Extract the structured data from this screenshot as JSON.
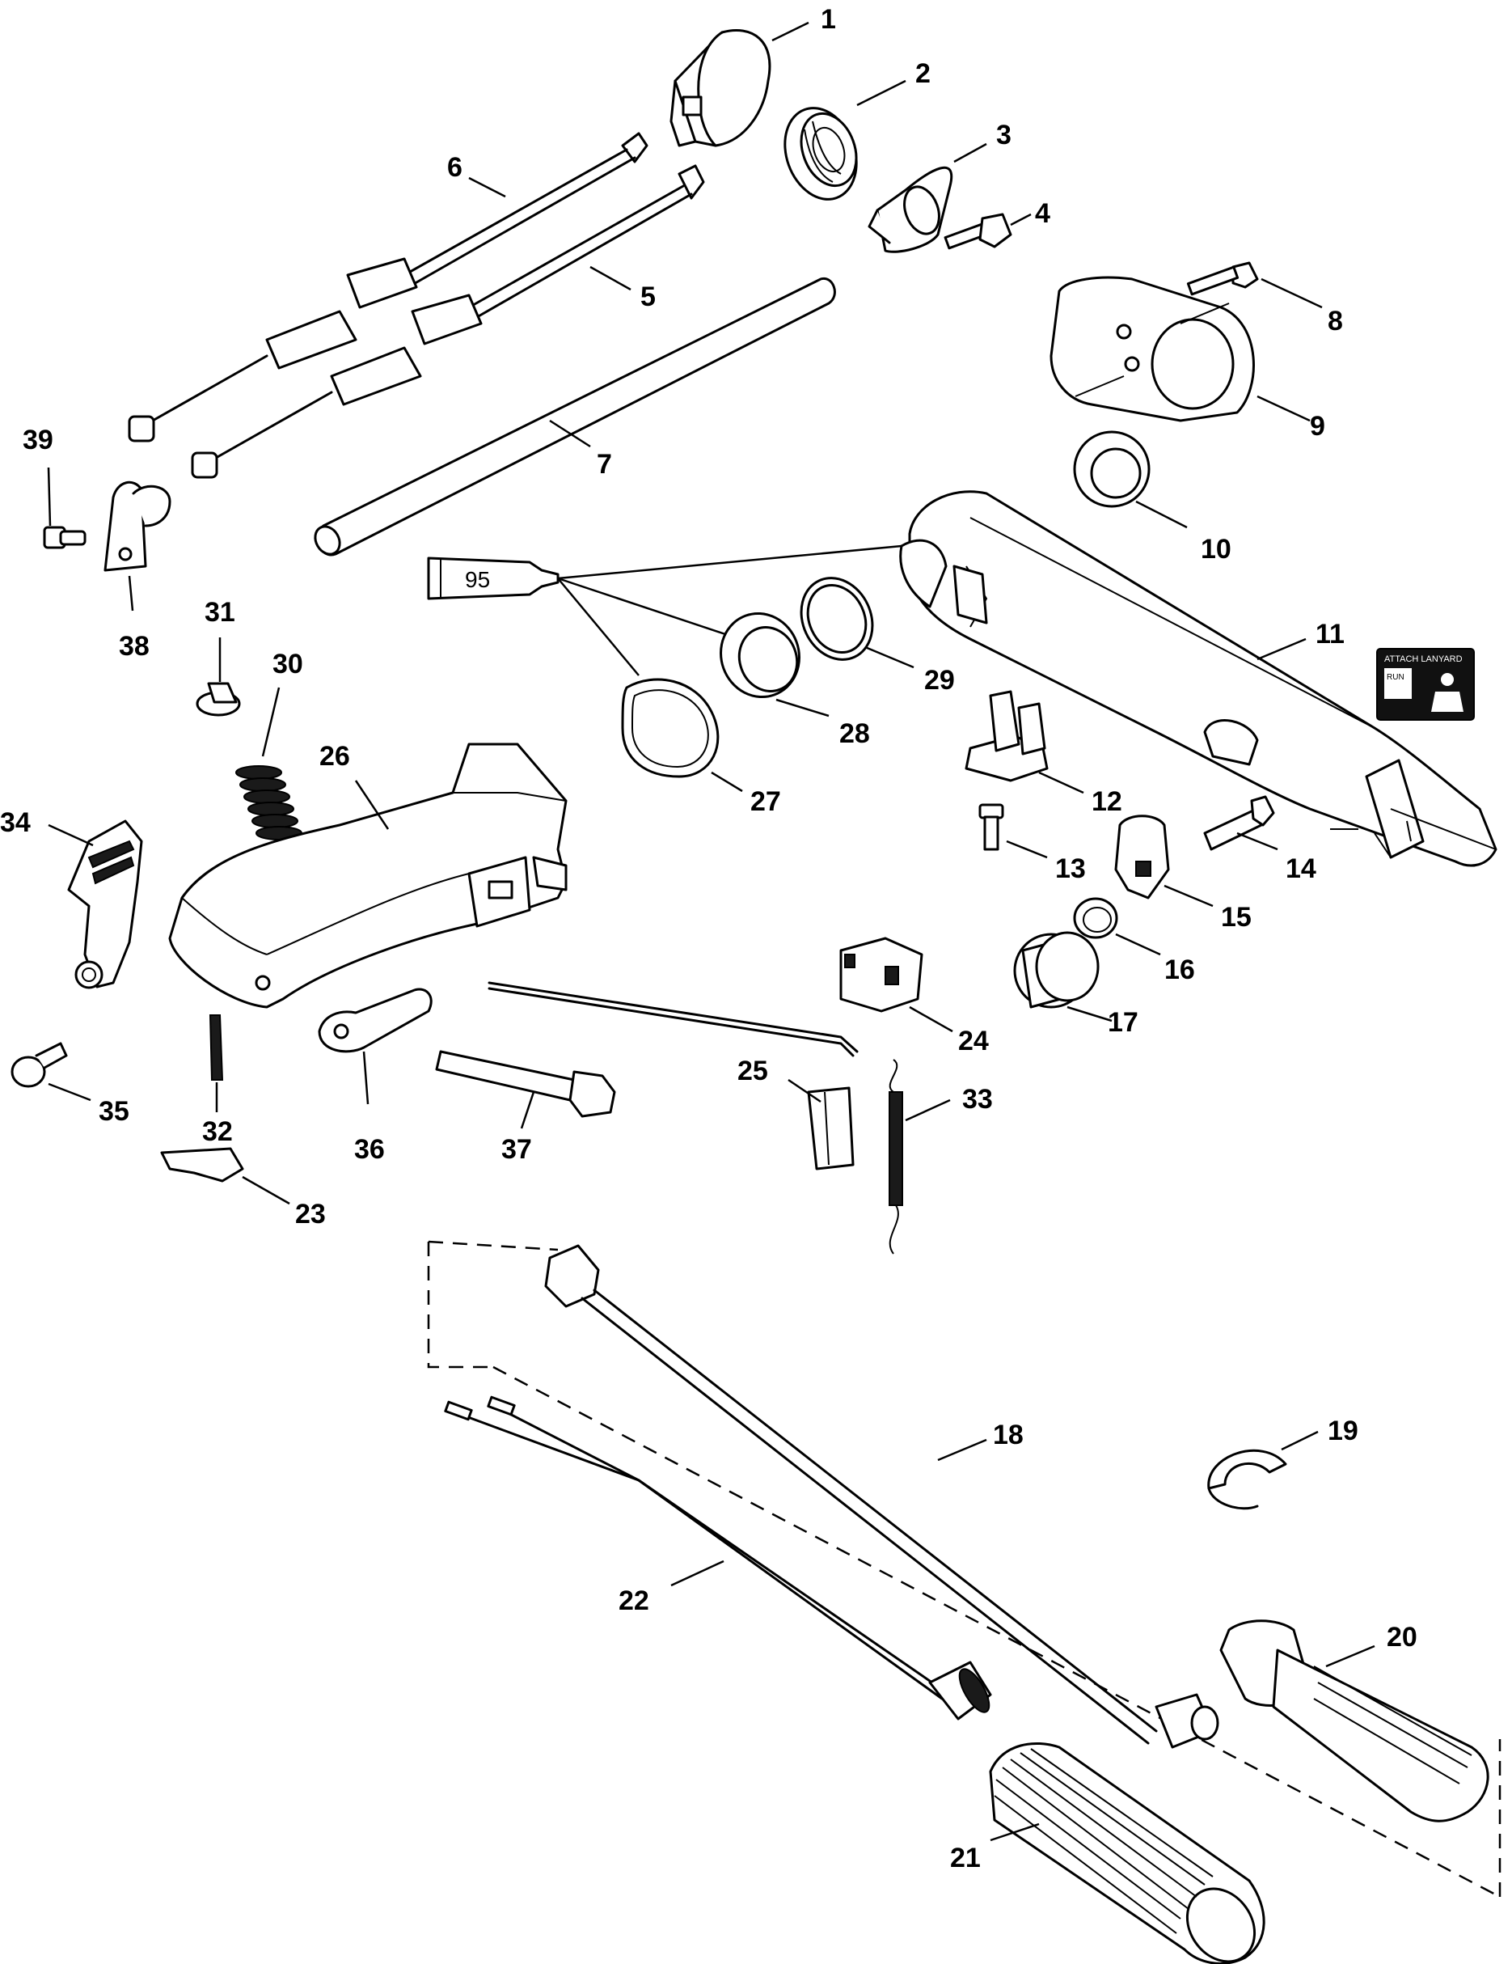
{
  "callouts": [
    {
      "id": "p1",
      "label": "1"
    },
    {
      "id": "p2",
      "label": "2"
    },
    {
      "id": "p3",
      "label": "3"
    },
    {
      "id": "p4",
      "label": "4"
    },
    {
      "id": "p5",
      "label": "5"
    },
    {
      "id": "p6",
      "label": "6"
    },
    {
      "id": "p7",
      "label": "7"
    },
    {
      "id": "p8",
      "label": "8"
    },
    {
      "id": "p9",
      "label": "9"
    },
    {
      "id": "p10",
      "label": "10"
    },
    {
      "id": "p11",
      "label": "11"
    },
    {
      "id": "p12",
      "label": "12"
    },
    {
      "id": "p13",
      "label": "13"
    },
    {
      "id": "p14",
      "label": "14"
    },
    {
      "id": "p15",
      "label": "15"
    },
    {
      "id": "p16",
      "label": "16"
    },
    {
      "id": "p17",
      "label": "17"
    },
    {
      "id": "p18",
      "label": "18"
    },
    {
      "id": "p19",
      "label": "19"
    },
    {
      "id": "p20",
      "label": "20"
    },
    {
      "id": "p21",
      "label": "21"
    },
    {
      "id": "p22",
      "label": "22"
    },
    {
      "id": "p23",
      "label": "23"
    },
    {
      "id": "p24",
      "label": "24"
    },
    {
      "id": "p25",
      "label": "25"
    },
    {
      "id": "p26",
      "label": "26"
    },
    {
      "id": "p27",
      "label": "27"
    },
    {
      "id": "p28",
      "label": "28"
    },
    {
      "id": "p29",
      "label": "29"
    },
    {
      "id": "p30",
      "label": "30"
    },
    {
      "id": "p31",
      "label": "31"
    },
    {
      "id": "p32",
      "label": "32"
    },
    {
      "id": "p33",
      "label": "33"
    },
    {
      "id": "p34",
      "label": "34"
    },
    {
      "id": "p35",
      "label": "35"
    },
    {
      "id": "p36",
      "label": "36"
    },
    {
      "id": "p37",
      "label": "37"
    },
    {
      "id": "p38",
      "label": "38"
    },
    {
      "id": "p39",
      "label": "39"
    }
  ],
  "lubricant_tube": {
    "label": "95"
  },
  "decal": {
    "text": "ATTACH LANYARD",
    "switch_label": "RUN"
  },
  "colors": {
    "line": "#000000",
    "background": "#ffffff",
    "decal": "#111111"
  }
}
